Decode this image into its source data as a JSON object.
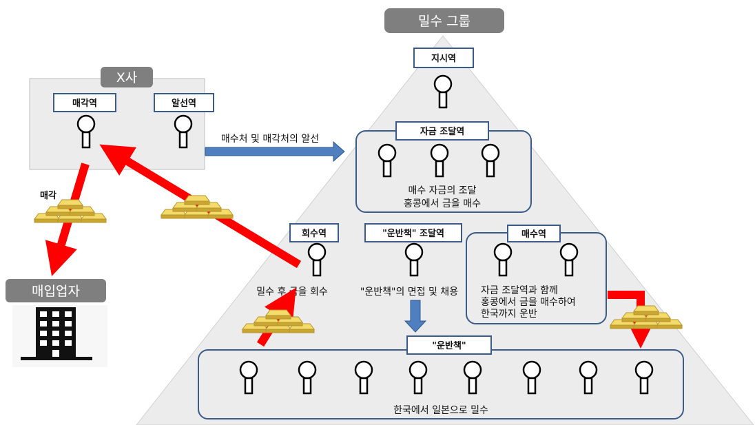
{
  "group_title": "밀수 그룹",
  "company_x": {
    "title": "X사",
    "roles": [
      "매각역",
      "알선역"
    ]
  },
  "buyer": {
    "title": "매입업자"
  },
  "roles": {
    "command": "지시역",
    "funding": "자금 조달역",
    "funding_desc": [
      "매수 자금의 조달",
      "홍콩에서 금을 매수"
    ],
    "recovery": "회수역",
    "recovery_desc": "밀수 후 금을 회수",
    "courier_recruiter": "\"운반책\" 조달역",
    "courier_recruiter_desc": "\"운반책\"의 면접 및 채용",
    "purchase": "매수역",
    "purchase_desc": [
      "자금 조달역과 함께",
      "홍콩에서 금을 매수하여",
      "한국까지 운반"
    ],
    "couriers": "\"운반책\"",
    "couriers_desc": "한국에서 일본으로 밀수"
  },
  "flows": {
    "sale": "매각",
    "mediation": "매수처 및 매각처의 알선"
  },
  "colors": {
    "title_bg": "#7f7f7f",
    "pyramid_fill": "#ececec",
    "box_border": "#3a5a8a",
    "arrow_red": "#ff0000",
    "arrow_blue": "#4f7fbf",
    "gold": "#e6c84a"
  }
}
